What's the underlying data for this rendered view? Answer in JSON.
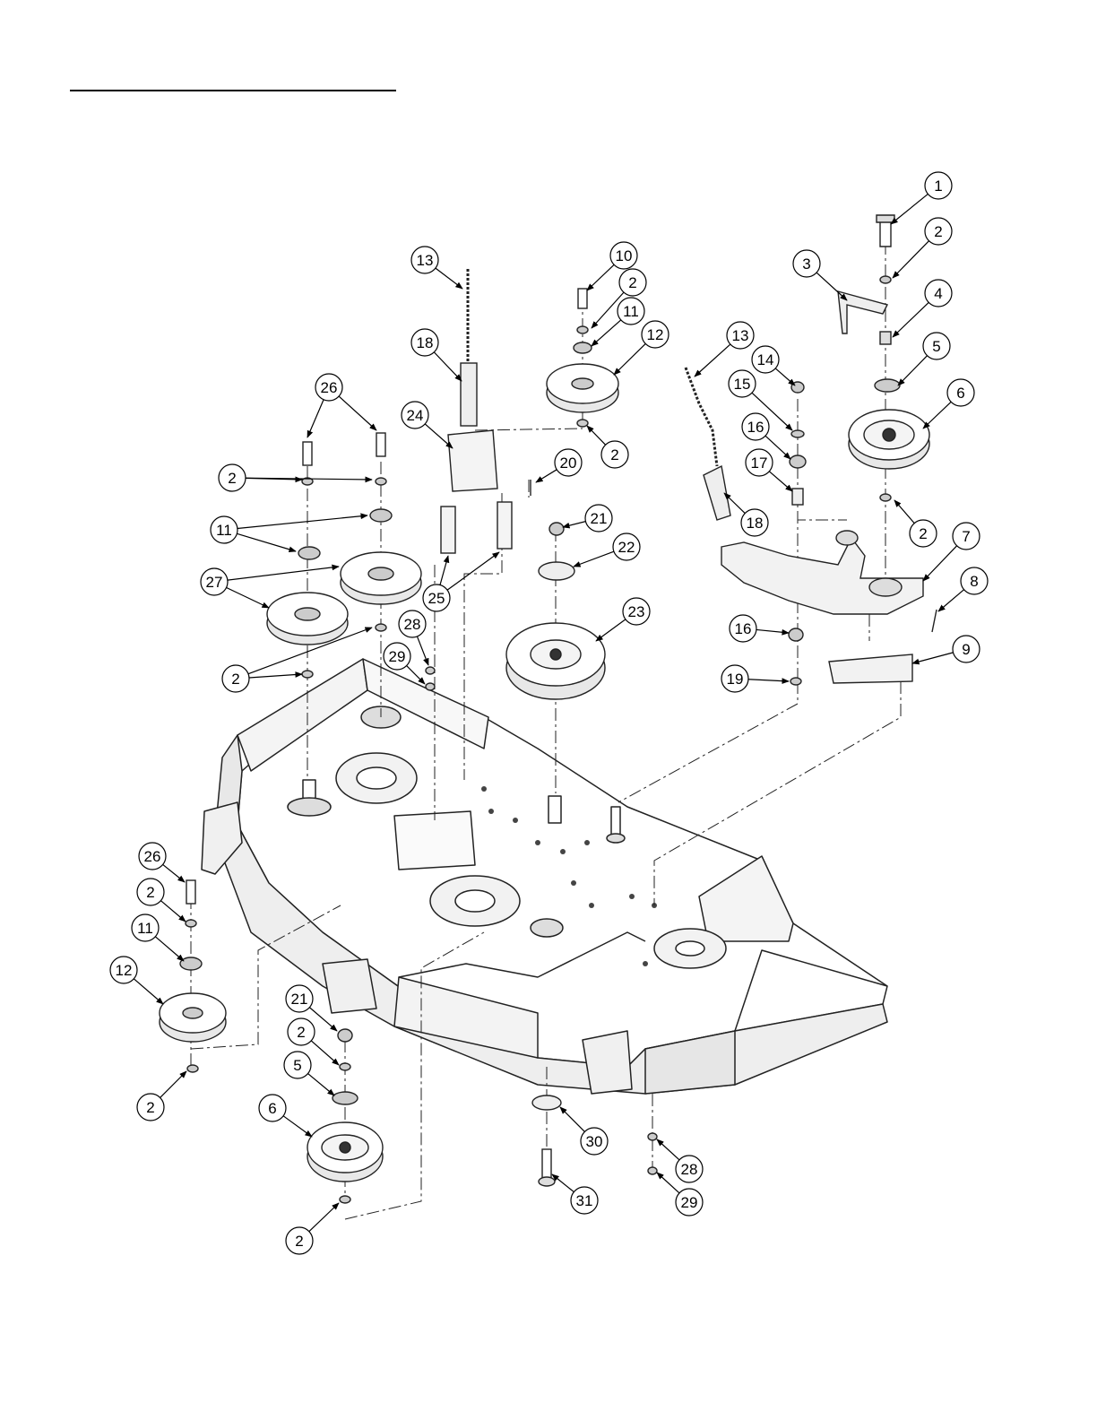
{
  "diagram": {
    "callouts": [
      {
        "id": "c1",
        "label": "1"
      },
      {
        "id": "c2a",
        "label": "2"
      },
      {
        "id": "c3",
        "label": "3"
      },
      {
        "id": "c4",
        "label": "4"
      },
      {
        "id": "c5a",
        "label": "5"
      },
      {
        "id": "c6a",
        "label": "6"
      },
      {
        "id": "c2b",
        "label": "2"
      },
      {
        "id": "c7",
        "label": "7"
      },
      {
        "id": "c8",
        "label": "8"
      },
      {
        "id": "c9",
        "label": "9"
      },
      {
        "id": "c10",
        "label": "10"
      },
      {
        "id": "c2c",
        "label": "2"
      },
      {
        "id": "c11a",
        "label": "11"
      },
      {
        "id": "c12a",
        "label": "12"
      },
      {
        "id": "c2d",
        "label": "2"
      },
      {
        "id": "c13a",
        "label": "13"
      },
      {
        "id": "c18a",
        "label": "18"
      },
      {
        "id": "c24",
        "label": "24"
      },
      {
        "id": "c20",
        "label": "20"
      },
      {
        "id": "c25",
        "label": "25"
      },
      {
        "id": "c13b",
        "label": "13"
      },
      {
        "id": "c14",
        "label": "14"
      },
      {
        "id": "c15",
        "label": "15"
      },
      {
        "id": "c16a",
        "label": "16"
      },
      {
        "id": "c17",
        "label": "17"
      },
      {
        "id": "c18b",
        "label": "18"
      },
      {
        "id": "c16b",
        "label": "16"
      },
      {
        "id": "c19",
        "label": "19"
      },
      {
        "id": "c21a",
        "label": "21"
      },
      {
        "id": "c22",
        "label": "22"
      },
      {
        "id": "c23",
        "label": "23"
      },
      {
        "id": "c26a",
        "label": "26"
      },
      {
        "id": "c2e",
        "label": "2"
      },
      {
        "id": "c11b",
        "label": "11"
      },
      {
        "id": "c27",
        "label": "27"
      },
      {
        "id": "c2f",
        "label": "2"
      },
      {
        "id": "c28a",
        "label": "28"
      },
      {
        "id": "c29a",
        "label": "29"
      },
      {
        "id": "c26b",
        "label": "26"
      },
      {
        "id": "c2g",
        "label": "2"
      },
      {
        "id": "c11c",
        "label": "11"
      },
      {
        "id": "c12b",
        "label": "12"
      },
      {
        "id": "c2h",
        "label": "2"
      },
      {
        "id": "c21b",
        "label": "21"
      },
      {
        "id": "c2i",
        "label": "2"
      },
      {
        "id": "c5b",
        "label": "5"
      },
      {
        "id": "c6b",
        "label": "6"
      },
      {
        "id": "c2j",
        "label": "2"
      },
      {
        "id": "c30",
        "label": "30"
      },
      {
        "id": "c31",
        "label": "31"
      },
      {
        "id": "c28b",
        "label": "28"
      },
      {
        "id": "c29b",
        "label": "29"
      }
    ]
  }
}
